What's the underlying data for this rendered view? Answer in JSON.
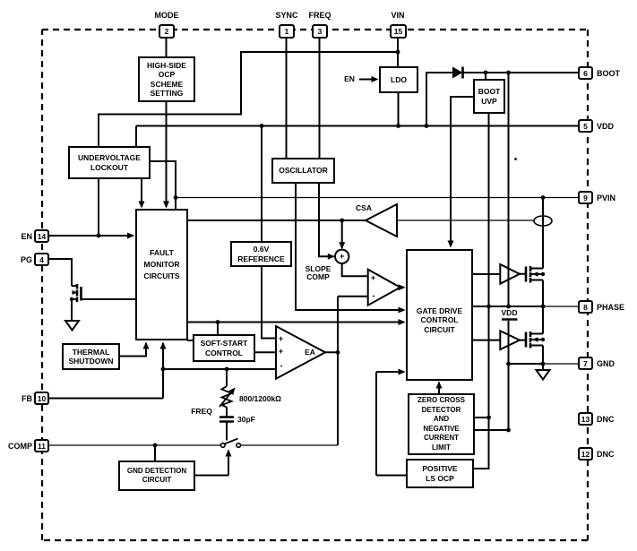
{
  "diagram": {
    "pins": {
      "top": [
        {
          "number": "2",
          "label": "MODE"
        },
        {
          "number": "1",
          "label": "SYNC"
        },
        {
          "number": "3",
          "label": "FREQ"
        },
        {
          "number": "15",
          "label": "VIN"
        }
      ],
      "left": [
        {
          "number": "14",
          "label": "EN"
        },
        {
          "number": "4",
          "label": "PG"
        },
        {
          "number": "10",
          "label": "FB"
        },
        {
          "number": "11",
          "label": "COMP"
        }
      ],
      "right": [
        {
          "number": "6",
          "label": "BOOT"
        },
        {
          "number": "5",
          "label": "VDD"
        },
        {
          "number": "9",
          "label": "PVIN"
        },
        {
          "number": "8",
          "label": "PHASE"
        },
        {
          "number": "7",
          "label": "GND"
        },
        {
          "number": "13",
          "label": "DNC"
        },
        {
          "number": "12",
          "label": "DNC"
        }
      ]
    },
    "blocks": {
      "hs_ocp": "HIGH-SIDE\nOCP\nSCHEME\nSETTING",
      "uvlo": "UNDERVOLTAGE\nLOCKOUT",
      "oscillator": "OSCILLATOR",
      "ldo": "LDO",
      "boot_uvp": "BOOT\nUVP",
      "fault_monitor": "FAULT\nMONITOR\nCIRCUITS",
      "reference": "0.6V\nREFERENCE",
      "soft_start": "SOFT-START\nCONTROL",
      "thermal": "THERMAL\nSHUTDOWN",
      "gate_drive": "GATE DRIVE\nCONTROL\nCIRCUIT",
      "zero_cross": "ZERO CROSS\nDETECTOR\nAND\nNEGATIVE\nCURRENT\nLIMIT",
      "positive_ls_ocp": "POSITIVE\nLS OCP",
      "gnd_detection": "GND DETECTION\nCIRCUIT"
    },
    "labels": {
      "csa": "CSA",
      "slope_comp": "SLOPE\nCOMP",
      "ea": "EA",
      "ldo_en": "EN",
      "vdd_supply": "VDD",
      "freq": "FREQ",
      "comp_resistor": "800/1200kΩ",
      "comp_capacitor": "30pF"
    },
    "symbols": {
      "plus": "+",
      "minus": "-"
    },
    "colors": {
      "line": "#000000",
      "background": "#ffffff"
    }
  }
}
